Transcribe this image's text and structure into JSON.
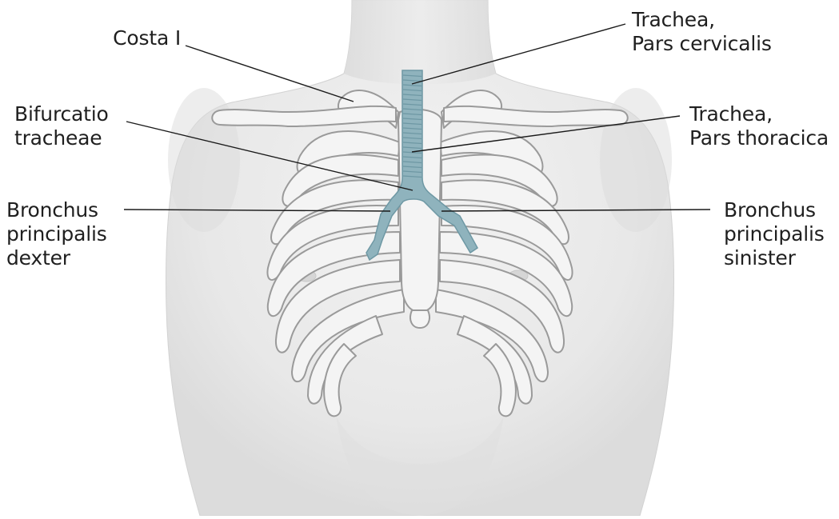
{
  "labels": {
    "costa_i": [
      "Costa I"
    ],
    "bifurcatio": [
      "Bifurcatio",
      "tracheae"
    ],
    "bronchus_dexter": [
      "Bronchus",
      "principalis",
      "dexter"
    ],
    "trachea_cervicalis": [
      "Trachea,",
      "Pars cervicalis"
    ],
    "trachea_thoracica": [
      "Trachea,",
      "Pars thoracica"
    ],
    "bronchus_sinister": [
      "Bronchus",
      "principalis",
      "sinister"
    ]
  },
  "colors": {
    "body_fill": "#ececec",
    "body_shade": "#dedede",
    "rib_fill": "#f4f4f4",
    "rib_stroke": "#9a9a9a",
    "trachea_fill": "#8fb3bd",
    "trachea_ring": "#6e98a4",
    "leader_line": "#1a1a1a"
  }
}
